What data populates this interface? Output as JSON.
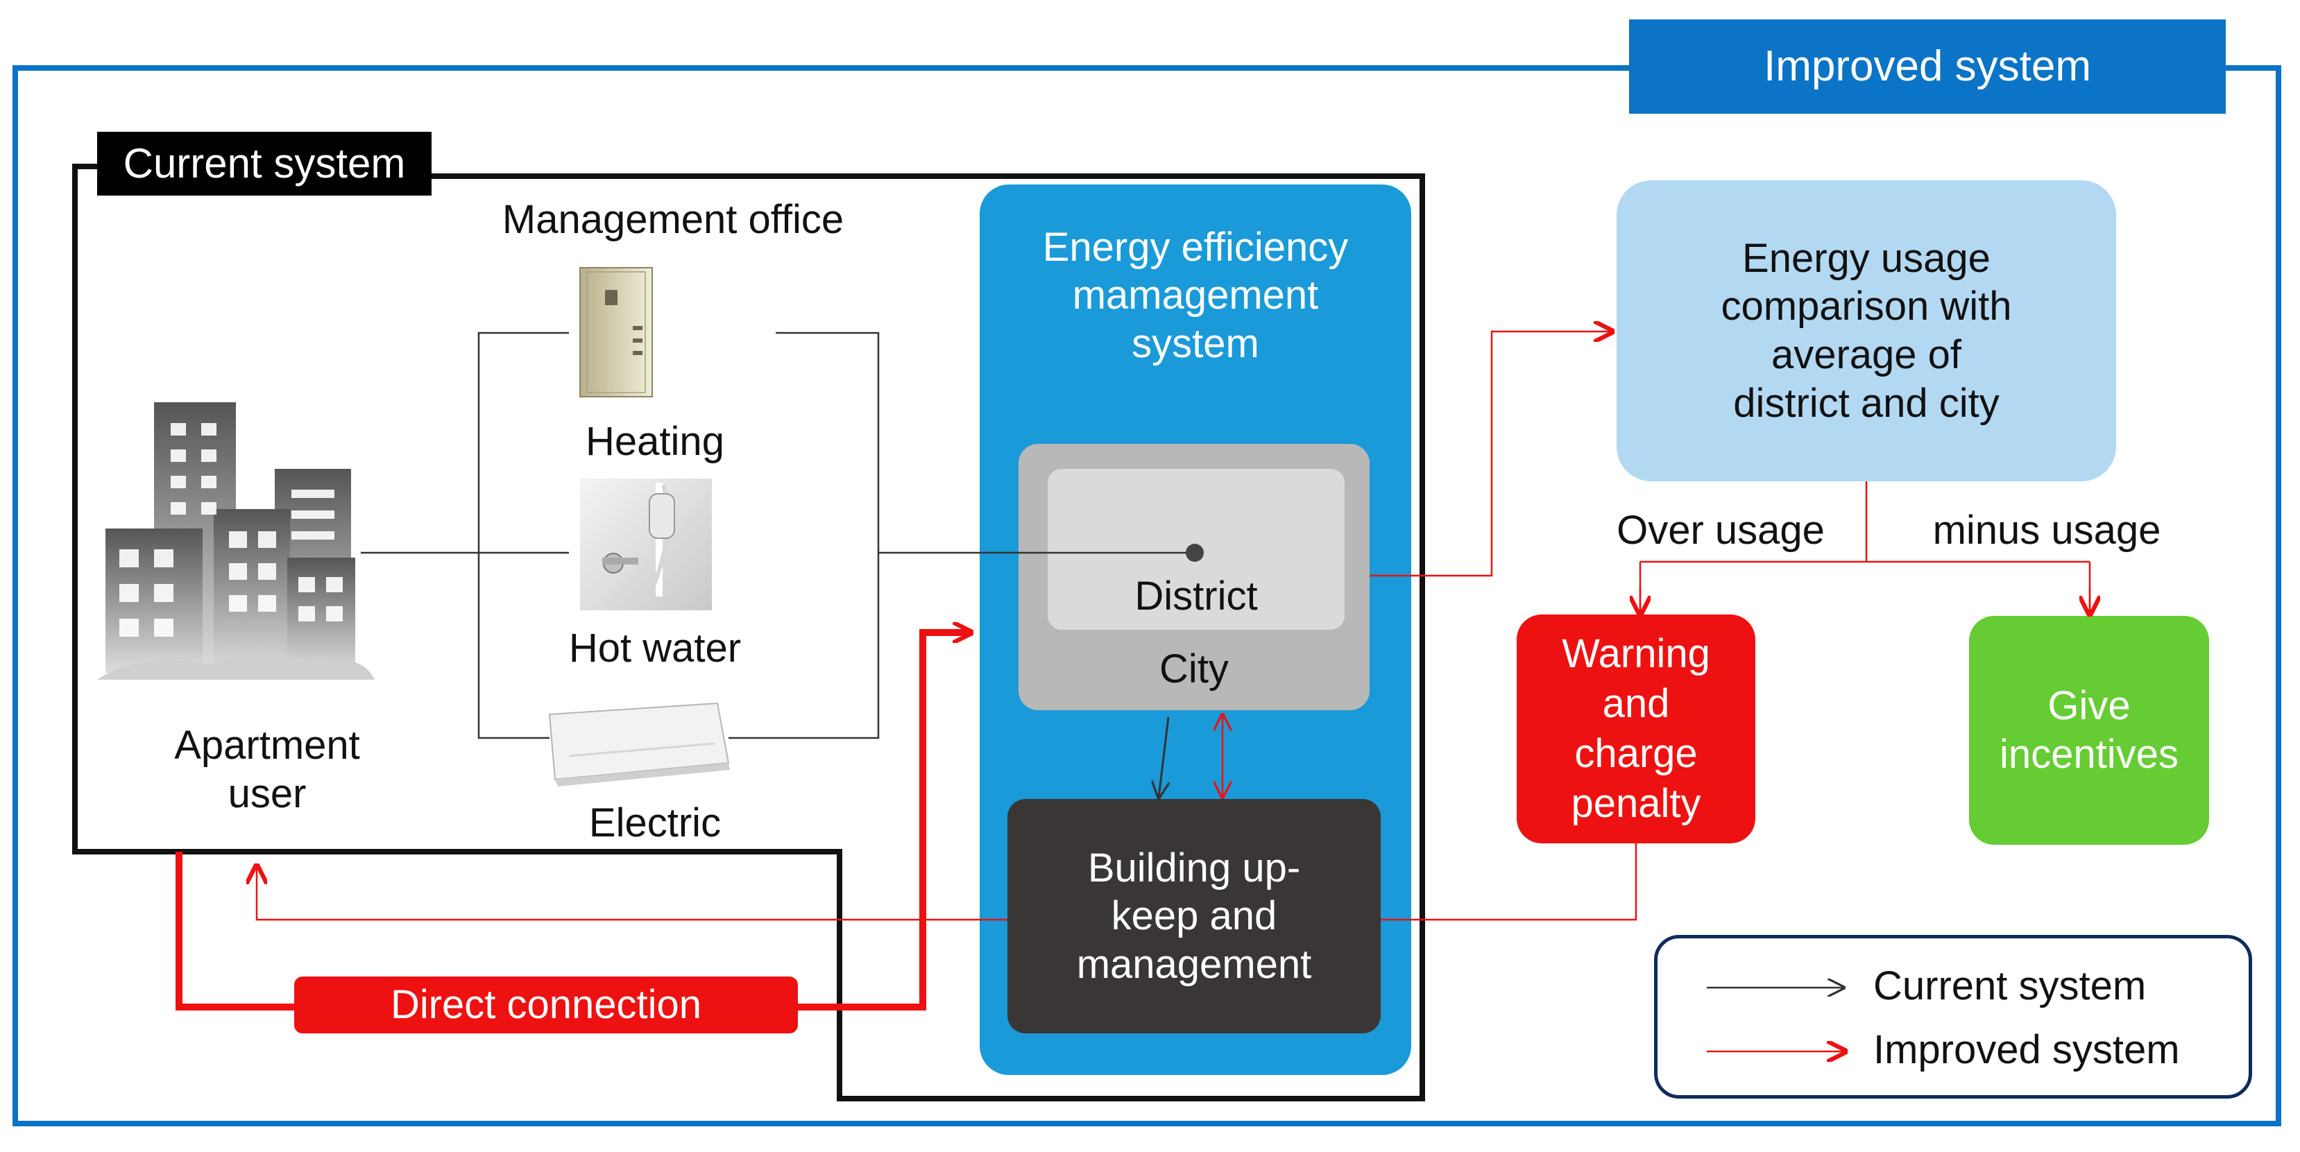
{
  "colors": {
    "improved_blue": "#0b74c6",
    "panel_blue": "#1a9ad8",
    "light_blue": "#b3d9f2",
    "red": "#ee1111",
    "green": "#66cc33",
    "dark": "#3a3635",
    "gray": "#b8b8b8",
    "light_gray": "#dadada",
    "legend_navy": "#0f2b5c"
  },
  "improved_system": {
    "title": "Improved system"
  },
  "current_system": {
    "title": "Current system"
  },
  "management_office": {
    "title": "Management office",
    "items": [
      {
        "label": "Heating",
        "icon": "water-heater-icon"
      },
      {
        "label": "Hot water",
        "icon": "shower-icon"
      },
      {
        "label": "Electric",
        "icon": "air-conditioner-icon"
      }
    ]
  },
  "apartment": {
    "label": "Apartment\nuser",
    "icon": "apartment-buildings-icon"
  },
  "eems": {
    "title": "Energy efficiency\nmamagement\nsystem",
    "district": "District",
    "city": "City",
    "building": "Building up-\nkeep and\nmanagement"
  },
  "direct_connection": "Direct connection",
  "comparison": {
    "text": "Energy usage\ncomparison with\naverage of\ndistrict and city"
  },
  "branches": {
    "over": "Over usage",
    "minus": "minus usage"
  },
  "warning": "Warning\nand\ncharge\npenalty",
  "incentives": "Give\nincentives",
  "legend": {
    "items": [
      {
        "label": "Current system",
        "color": "#333333"
      },
      {
        "label": "Improved system",
        "color": "#ee1111"
      }
    ]
  }
}
